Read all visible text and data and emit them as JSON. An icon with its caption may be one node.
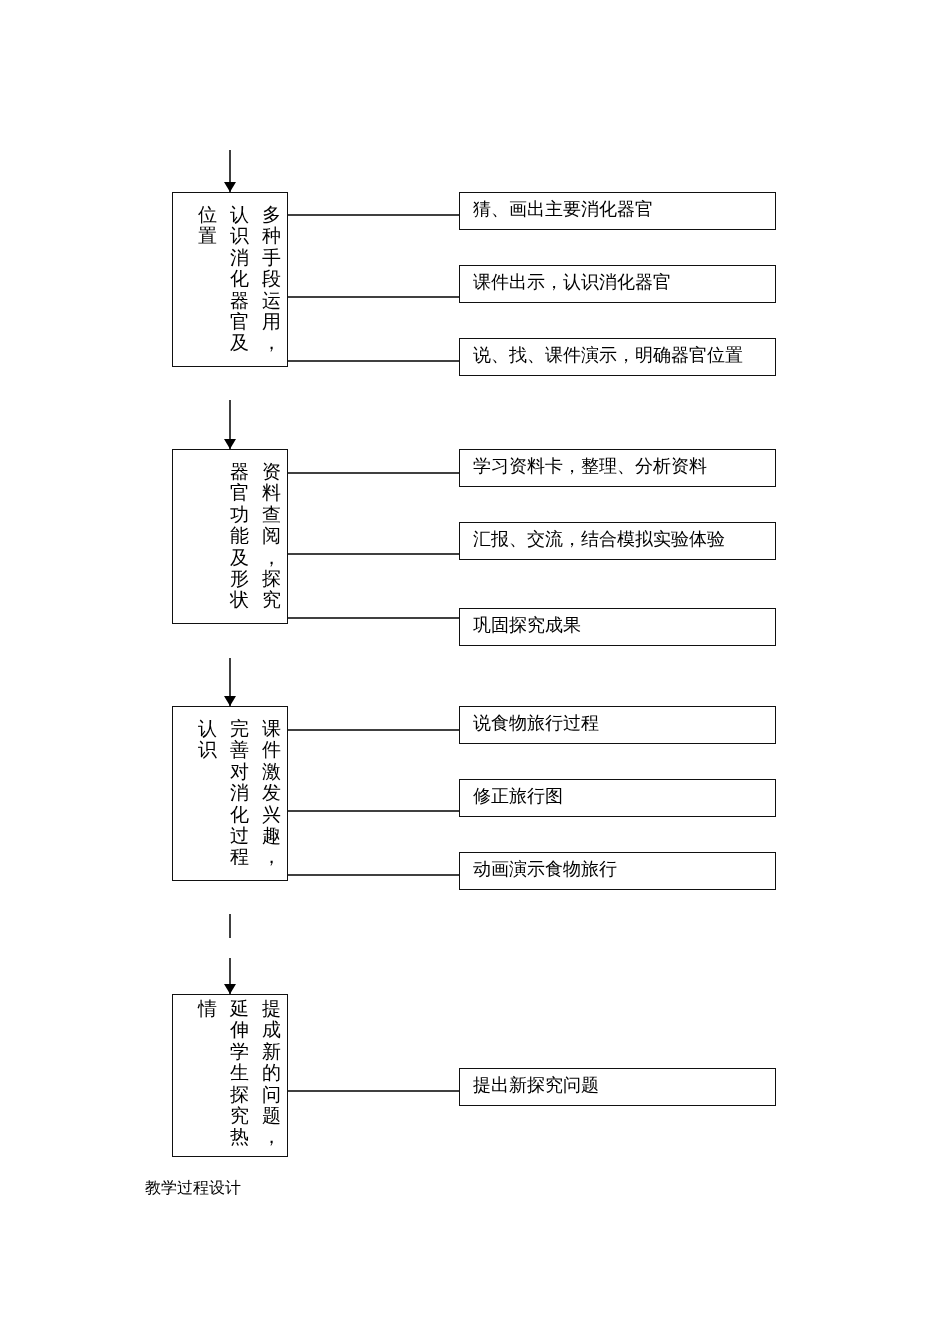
{
  "diagram": {
    "title": "教学过程设计",
    "nodes": [
      {
        "text": [
          "多种手段运用，认识消化器官及位置"
        ]
      },
      {
        "text": [
          "猜、画出主要消化器官"
        ]
      },
      {
        "text": [
          "课件出示，认识消化器官"
        ]
      },
      {
        "text": [
          "说、找、课件演示，明确器官位置"
        ]
      },
      {
        "text": [
          "资料查阅，探究器官功能及形状"
        ]
      },
      {
        "text": [
          "学习资料卡，整理、分析资料"
        ]
      },
      {
        "text": [
          "汇报、交流，结合模拟实验体验"
        ]
      },
      {
        "text": [
          "巩固探究成果"
        ]
      },
      {
        "text": [
          "课件激发兴趣，完善对消化过程认识"
        ]
      },
      {
        "text": [
          "说食物旅行过程"
        ]
      },
      {
        "text": [
          "修正旅行图"
        ]
      },
      {
        "text": [
          "动画演示食物旅行"
        ]
      },
      {
        "text": [
          "提成新的问题，延伸学生探究热情"
        ]
      },
      {
        "text": [
          "提出新探究问题"
        ]
      }
    ],
    "edges": [
      {
        "from": null,
        "to": 0,
        "arrow": "to"
      },
      {
        "from": 0,
        "to": 1,
        "arrow": "none"
      },
      {
        "from": 0,
        "to": 2,
        "arrow": "none"
      },
      {
        "from": 0,
        "to": 3,
        "arrow": "none"
      },
      {
        "from": null,
        "to": 4,
        "arrow": "to"
      },
      {
        "from": 4,
        "to": 5,
        "arrow": "none"
      },
      {
        "from": 4,
        "to": 6,
        "arrow": "none"
      },
      {
        "from": 4,
        "to": 7,
        "arrow": "none"
      },
      {
        "from": null,
        "to": 8,
        "arrow": "to"
      },
      {
        "from": 8,
        "to": 9,
        "arrow": "none"
      },
      {
        "from": 8,
        "to": 10,
        "arrow": "none"
      },
      {
        "from": 8,
        "to": 11,
        "arrow": "none"
      },
      {
        "from": null,
        "to": 12,
        "arrow": "to"
      },
      {
        "from": 12,
        "to": 13,
        "arrow": "none"
      }
    ]
  }
}
